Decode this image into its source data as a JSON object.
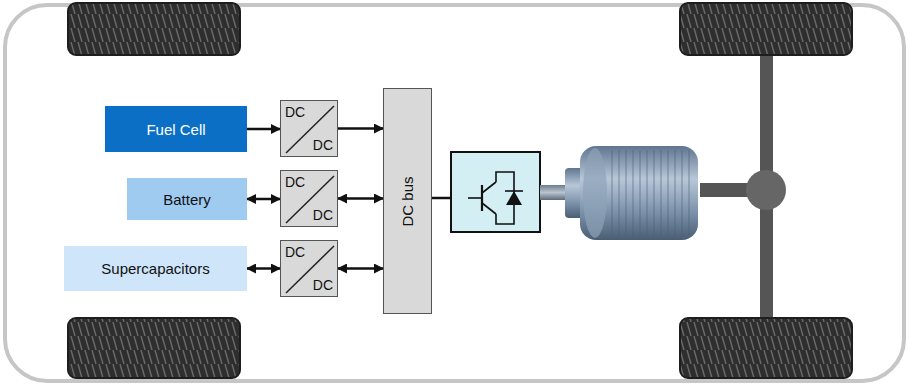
{
  "diagram": {
    "nodes": [
      {
        "text": [
          "Fuel Cell"
        ]
      },
      {
        "text": [
          "Battery"
        ]
      },
      {
        "text": [
          "Supercapacitors"
        ]
      },
      {
        "text": [
          "DC",
          "DC"
        ]
      },
      {
        "text": [
          "DC",
          "DC"
        ]
      },
      {
        "text": [
          "DC",
          "DC"
        ]
      },
      {
        "text": [
          "DC bus"
        ]
      }
    ],
    "edges": [
      {
        "from": 0,
        "to": 3,
        "arrow": "to"
      },
      {
        "from": 3,
        "to": 6,
        "arrow": "to"
      },
      {
        "from": 1,
        "to": 4,
        "arrow": "both"
      },
      {
        "from": 4,
        "to": 6,
        "arrow": "both"
      },
      {
        "from": 2,
        "to": 5,
        "arrow": "both"
      },
      {
        "from": 5,
        "to": 6,
        "arrow": "both"
      }
    ]
  }
}
